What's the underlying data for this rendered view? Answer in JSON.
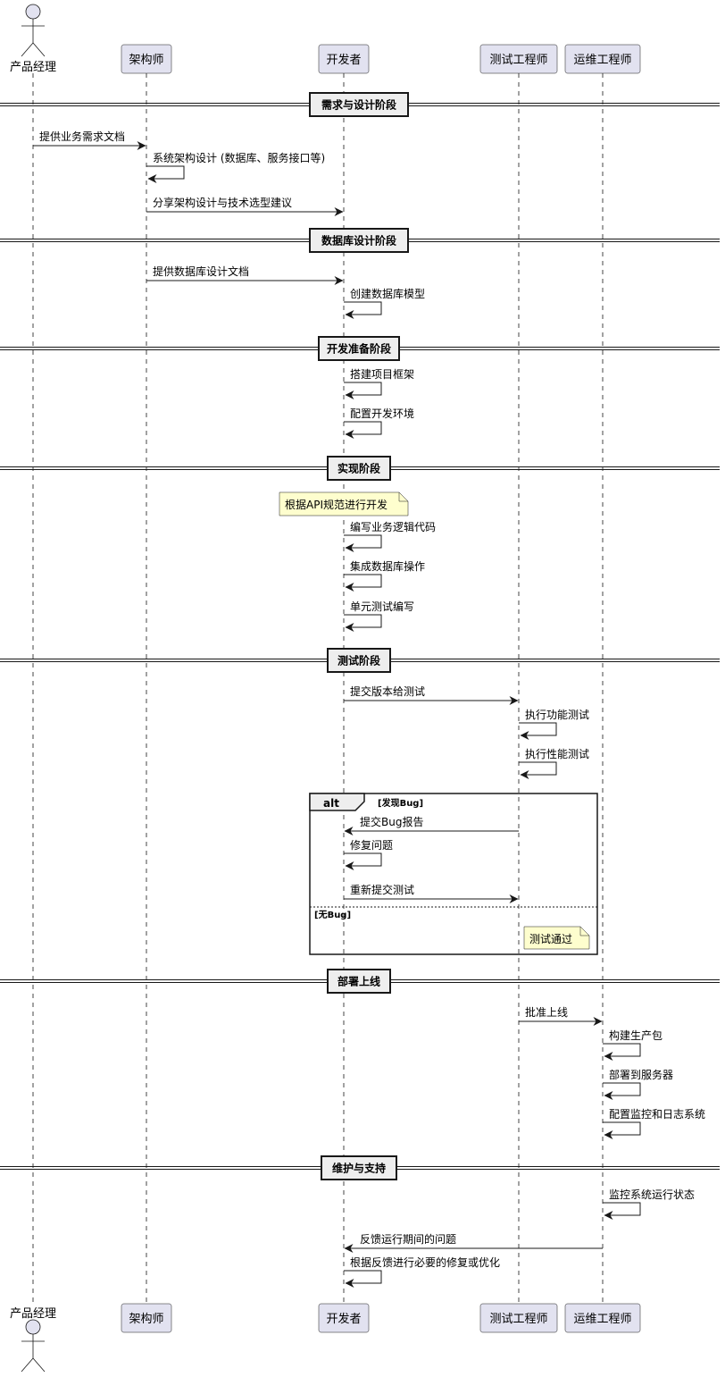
{
  "participants": [
    {
      "id": "pm",
      "label": "产品经理",
      "kind": "actor"
    },
    {
      "id": "arch",
      "label": "架构师",
      "kind": "box"
    },
    {
      "id": "dev",
      "label": "开发者",
      "kind": "box"
    },
    {
      "id": "qa",
      "label": "测试工程师",
      "kind": "box"
    },
    {
      "id": "ops",
      "label": "运维工程师",
      "kind": "box"
    }
  ],
  "dividers": [
    {
      "id": "d1",
      "label": "需求与设计阶段"
    },
    {
      "id": "d2",
      "label": "数据库设计阶段"
    },
    {
      "id": "d3",
      "label": "开发准备阶段"
    },
    {
      "id": "d4",
      "label": "实现阶段"
    },
    {
      "id": "d5",
      "label": "测试阶段"
    },
    {
      "id": "d6",
      "label": "部署上线"
    },
    {
      "id": "d7",
      "label": "维护与支持"
    }
  ],
  "messages": [
    {
      "id": "m1",
      "from": "pm",
      "to": "arch",
      "label": "提供业务需求文档"
    },
    {
      "id": "m2",
      "from": "arch",
      "to": "arch",
      "label": "系统架构设计 (数据库、服务接口等)"
    },
    {
      "id": "m3",
      "from": "arch",
      "to": "dev",
      "label": "分享架构设计与技术选型建议"
    },
    {
      "id": "m4",
      "from": "arch",
      "to": "dev",
      "label": "提供数据库设计文档"
    },
    {
      "id": "m5",
      "from": "dev",
      "to": "dev",
      "label": "创建数据库模型"
    },
    {
      "id": "m6",
      "from": "dev",
      "to": "dev",
      "label": "搭建项目框架"
    },
    {
      "id": "m7",
      "from": "dev",
      "to": "dev",
      "label": "配置开发环境"
    },
    {
      "id": "m8",
      "from": "dev",
      "to": "dev",
      "label": "编写业务逻辑代码"
    },
    {
      "id": "m9",
      "from": "dev",
      "to": "dev",
      "label": "集成数据库操作"
    },
    {
      "id": "m10",
      "from": "dev",
      "to": "dev",
      "label": "单元测试编写"
    },
    {
      "id": "m11",
      "from": "dev",
      "to": "qa",
      "label": "提交版本给测试"
    },
    {
      "id": "m12",
      "from": "qa",
      "to": "qa",
      "label": "执行功能测试"
    },
    {
      "id": "m13",
      "from": "qa",
      "to": "qa",
      "label": "执行性能测试"
    },
    {
      "id": "m14",
      "from": "qa",
      "to": "dev",
      "label": "提交Bug报告"
    },
    {
      "id": "m15",
      "from": "dev",
      "to": "dev",
      "label": "修复问题"
    },
    {
      "id": "m16",
      "from": "dev",
      "to": "qa",
      "label": "重新提交测试"
    },
    {
      "id": "m17",
      "from": "qa",
      "to": "ops",
      "label": "批准上线"
    },
    {
      "id": "m18",
      "from": "ops",
      "to": "ops",
      "label": "构建生产包"
    },
    {
      "id": "m19",
      "from": "ops",
      "to": "ops",
      "label": "部署到服务器"
    },
    {
      "id": "m20",
      "from": "ops",
      "to": "ops",
      "label": "配置监控和日志系统"
    },
    {
      "id": "m21",
      "from": "ops",
      "to": "ops",
      "label": "监控系统运行状态"
    },
    {
      "id": "m22",
      "from": "ops",
      "to": "dev",
      "label": "反馈运行期间的问题"
    },
    {
      "id": "m23",
      "from": "dev",
      "to": "dev",
      "label": "根据反馈进行必要的修复或优化"
    }
  ],
  "notes": [
    {
      "id": "n1",
      "label": "根据API规范进行开发"
    },
    {
      "id": "n2",
      "label": "测试通过"
    }
  ],
  "alt_fragment": {
    "keyword": "alt",
    "guard1": "[发现Bug]",
    "guard2": "[无Bug]"
  },
  "colors": {
    "participant_fill": "#e2e2f0",
    "participant_stroke": "#181818",
    "divider_fill": "#eeeeee",
    "note_fill": "#fefece",
    "line": "#181818"
  }
}
